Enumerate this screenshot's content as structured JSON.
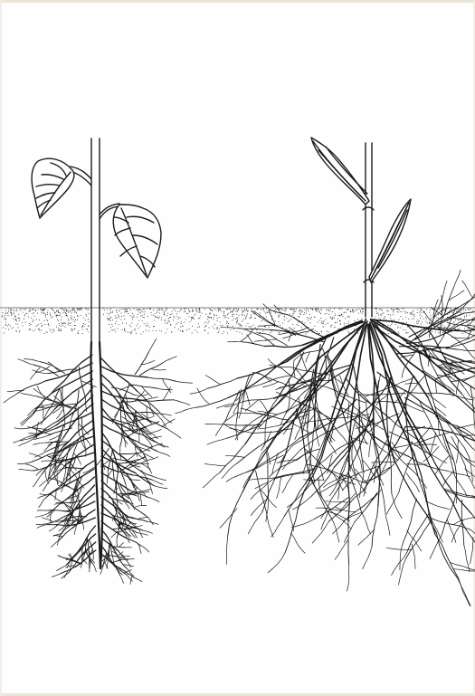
{
  "figure": {
    "left_plant": {
      "kind": "dicot-taproot",
      "leaf_count": 2,
      "root_type": "taproot"
    },
    "right_plant": {
      "kind": "monocot-fibrous",
      "leaf_count": 2,
      "root_type": "fibrous"
    },
    "soil": {
      "pattern": "stippled"
    },
    "colors": {
      "ink": "#1b1b1b",
      "background": "#fefefe",
      "border": "#ece6d8"
    }
  }
}
